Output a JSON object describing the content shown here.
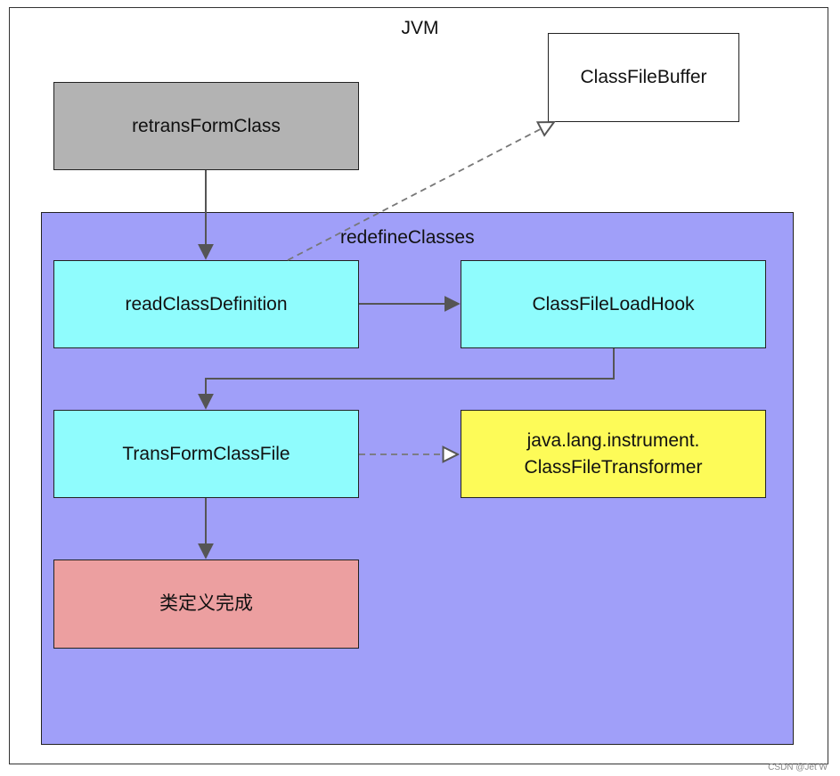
{
  "diagram": {
    "title": "JVM",
    "group_label": "redefineClasses",
    "nodes": {
      "retransform": "retransFormClass",
      "classfilebuffer": "ClassFileBuffer",
      "readclassdef": "readClassDefinition",
      "loadhook": "ClassFileLoadHook",
      "transformfile": "TransFormClassFile",
      "transformer_line1": "java.lang.instrument.",
      "transformer_line2": "ClassFileTransformer",
      "complete": "类定义完成"
    },
    "edges": [
      {
        "from": "retransFormClass",
        "to": "readClassDefinition",
        "style": "solid"
      },
      {
        "from": "readClassDefinition",
        "to": "ClassFileBuffer",
        "style": "dashed"
      },
      {
        "from": "readClassDefinition",
        "to": "ClassFileLoadHook",
        "style": "solid"
      },
      {
        "from": "ClassFileLoadHook",
        "to": "TransFormClassFile",
        "style": "solid"
      },
      {
        "from": "TransFormClassFile",
        "to": "java.lang.instrument.ClassFileTransformer",
        "style": "dashed"
      },
      {
        "from": "TransFormClassFile",
        "to": "类定义完成",
        "style": "solid"
      }
    ],
    "colors": {
      "group": "#a09ff9",
      "retransform": "#b3b3b3",
      "process": "#8ffcfd",
      "transformer": "#fdfb58",
      "complete": "#ec9fa0",
      "edge": "#555555"
    }
  },
  "watermark": "CSDN @Jet W"
}
